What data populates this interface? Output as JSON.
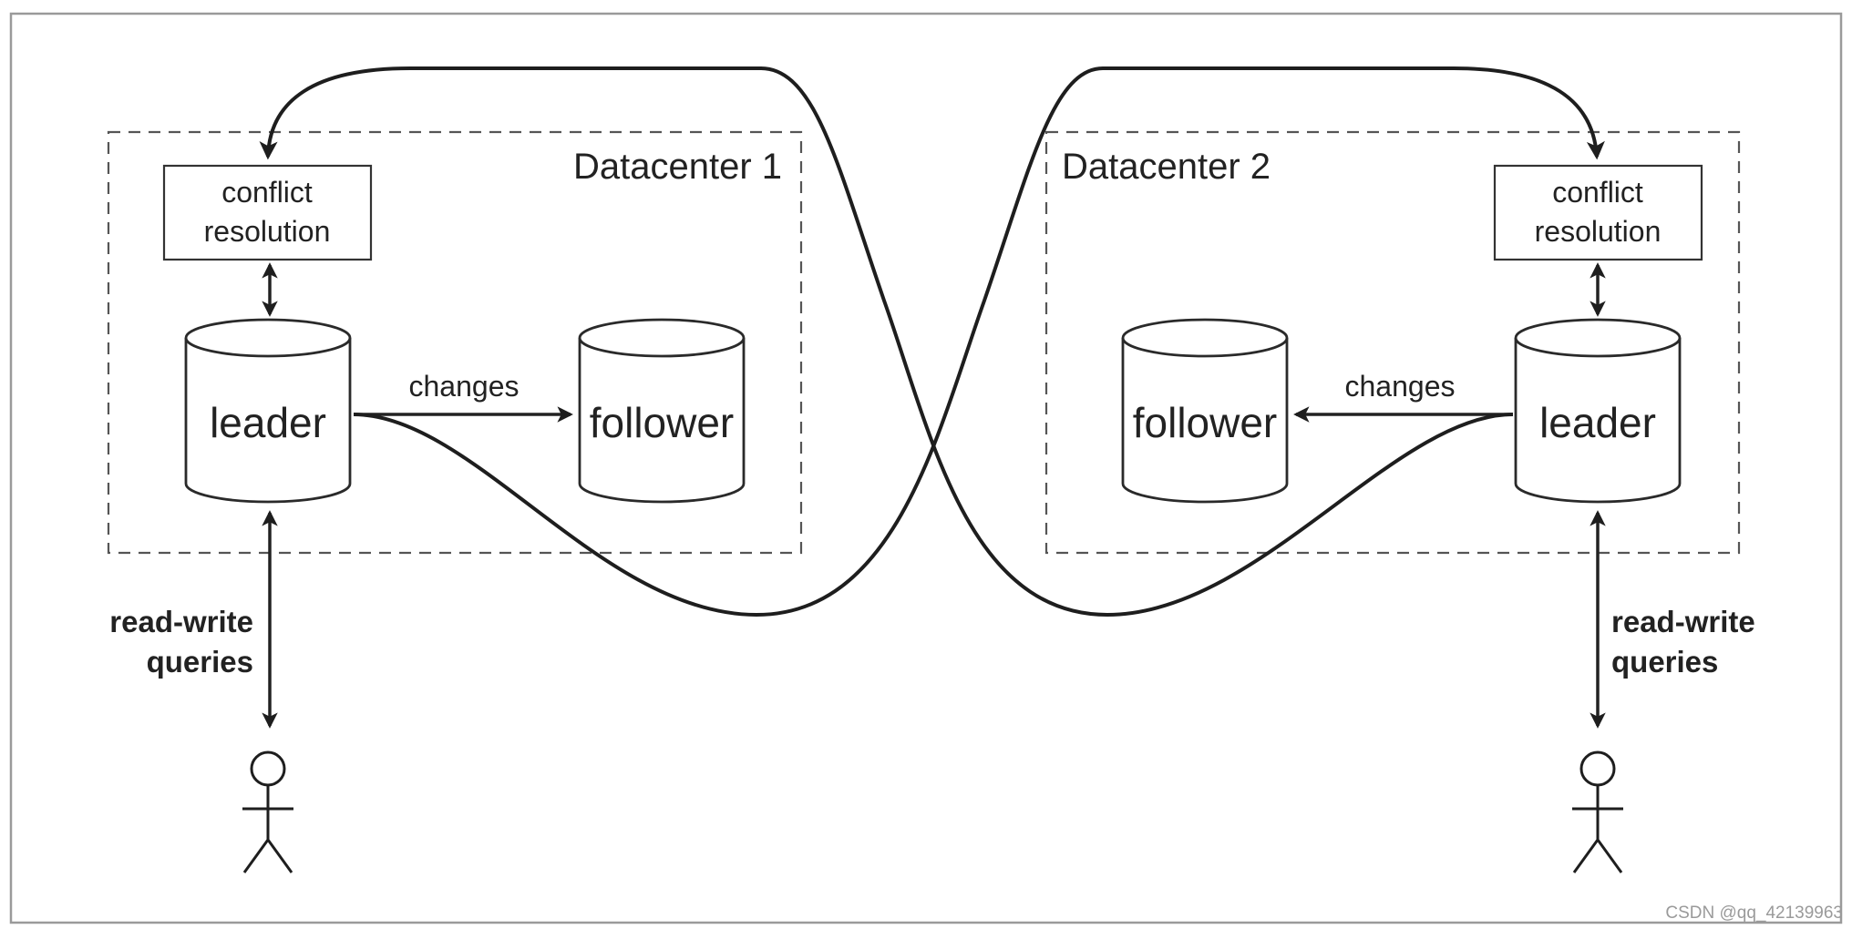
{
  "datacenter_1": {
    "title": "Datacenter 1",
    "conflict_resolution": {
      "line1": "conflict",
      "line2": "resolution"
    },
    "leader": "leader",
    "follower": "follower",
    "changes": "changes",
    "queries": {
      "line1": "read-write",
      "line2": "queries"
    }
  },
  "datacenter_2": {
    "title": "Datacenter 2",
    "conflict_resolution": {
      "line1": "conflict",
      "line2": "resolution"
    },
    "leader": "leader",
    "follower": "follower",
    "changes": "changes",
    "queries": {
      "line1": "read-write",
      "line2": "queries"
    }
  },
  "watermark": "CSDN @qq_42139963"
}
